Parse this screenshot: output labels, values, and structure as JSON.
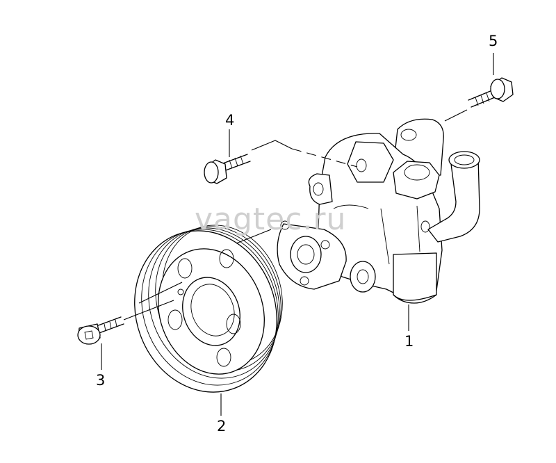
{
  "watermark": "vagtec.ru",
  "callouts": {
    "pump": "1",
    "pulley": "2",
    "pulley_bolt": "3",
    "front_bolt": "4",
    "rear_bolt": "5"
  }
}
